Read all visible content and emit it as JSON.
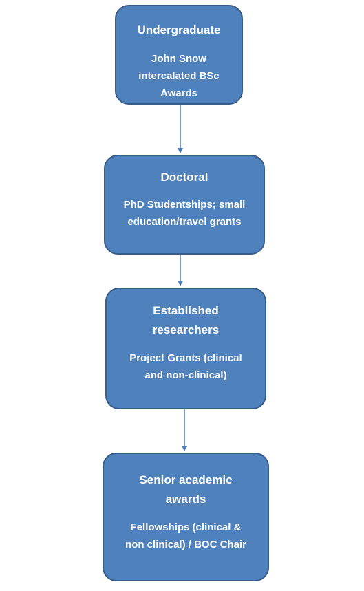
{
  "stages": [
    {
      "title": "Undergraduate",
      "body": "John Snow\nintercalated BSc\nAwards"
    },
    {
      "title": "Doctoral",
      "body": "PhD Studentships; small\neducation/travel grants"
    },
    {
      "title": "Established\nresearchers",
      "body": "Project Grants (clinical\nand non-clinical)"
    },
    {
      "title": "Senior academic\nawards",
      "body": "Fellowships (clinical &\nnon clinical) / BOC Chair"
    }
  ],
  "colors": {
    "box_fill": "#4f81bd",
    "box_border": "#385d8a",
    "arrow": "#4a7ebb",
    "text": "#ffffff"
  }
}
